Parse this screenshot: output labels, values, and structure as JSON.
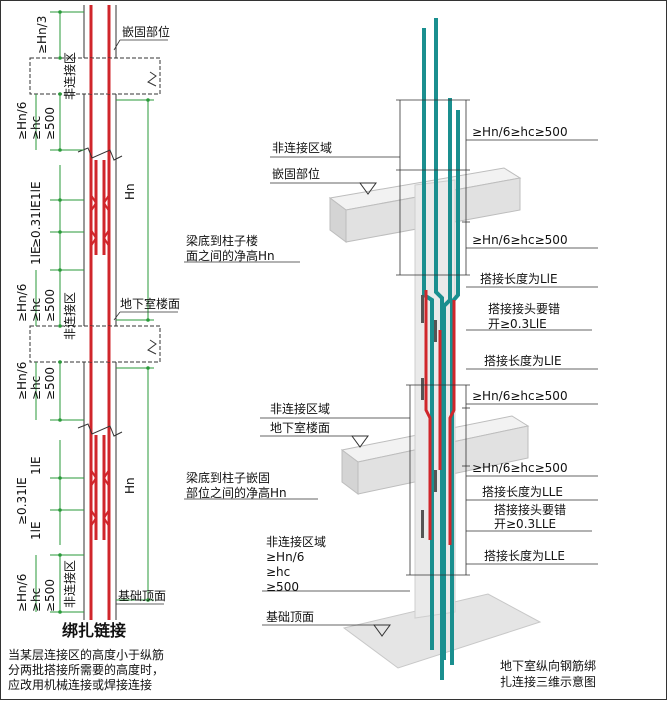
{
  "left": {
    "labels": {
      "embed": "嵌固部位",
      "hn": "Hn",
      "basement_floor": "地下室楼面",
      "foundation_top": "基础顶面",
      "non_connect_zone": "非连接区",
      "hn3": "≥Hn/3",
      "hn6": "≥Hn/6",
      "hc": "≥hc",
      "v500": "≥500",
      "l031": "≥0.31lE",
      "l_ie": "1lE"
    },
    "title": "绑扎链接",
    "note_lines": [
      "当某层连接区的高度小于纵筋",
      "分两批搭接所需要的高度时，",
      "应改用机械连接或焊接连接"
    ]
  },
  "right": {
    "labels": {
      "non_connect_domain": "非连接区域",
      "embed": "嵌固部位",
      "beam_to_floor_1": "梁底到柱子楼",
      "beam_to_floor_2": "面之间的净高Hn",
      "basement_floor": "地下室楼面",
      "beam_to_embed_1": "梁底到柱子嵌固",
      "beam_to_embed_2": "部位之间的净高Hn",
      "cond_hn6": "≥Hn/6",
      "cond_hc": "≥hc",
      "cond_500": "≥500",
      "foundation_top": "基础顶面",
      "cond_combined": "≥Hn/6≥hc≥500",
      "lap_lle_a": "搭接长度为LlE",
      "stagger_a_1": "搭接接头要错",
      "stagger_a_2": "开≥0.3LlE",
      "lap_lle_b": "搭接长度为LLE",
      "stagger_b_1": "搭接接头要错",
      "stagger_b_2": "开≥0.3LLE"
    },
    "caption_lines": [
      "地下室纵向钢筋绑",
      "扎连接三维示意图"
    ]
  },
  "colors": {
    "rebar_red": "#d0262b",
    "rebar_teal": "#1a8f8f",
    "dim_green": "#2a9a3a",
    "concrete": "#e2e2e2",
    "frame": "#333333"
  }
}
